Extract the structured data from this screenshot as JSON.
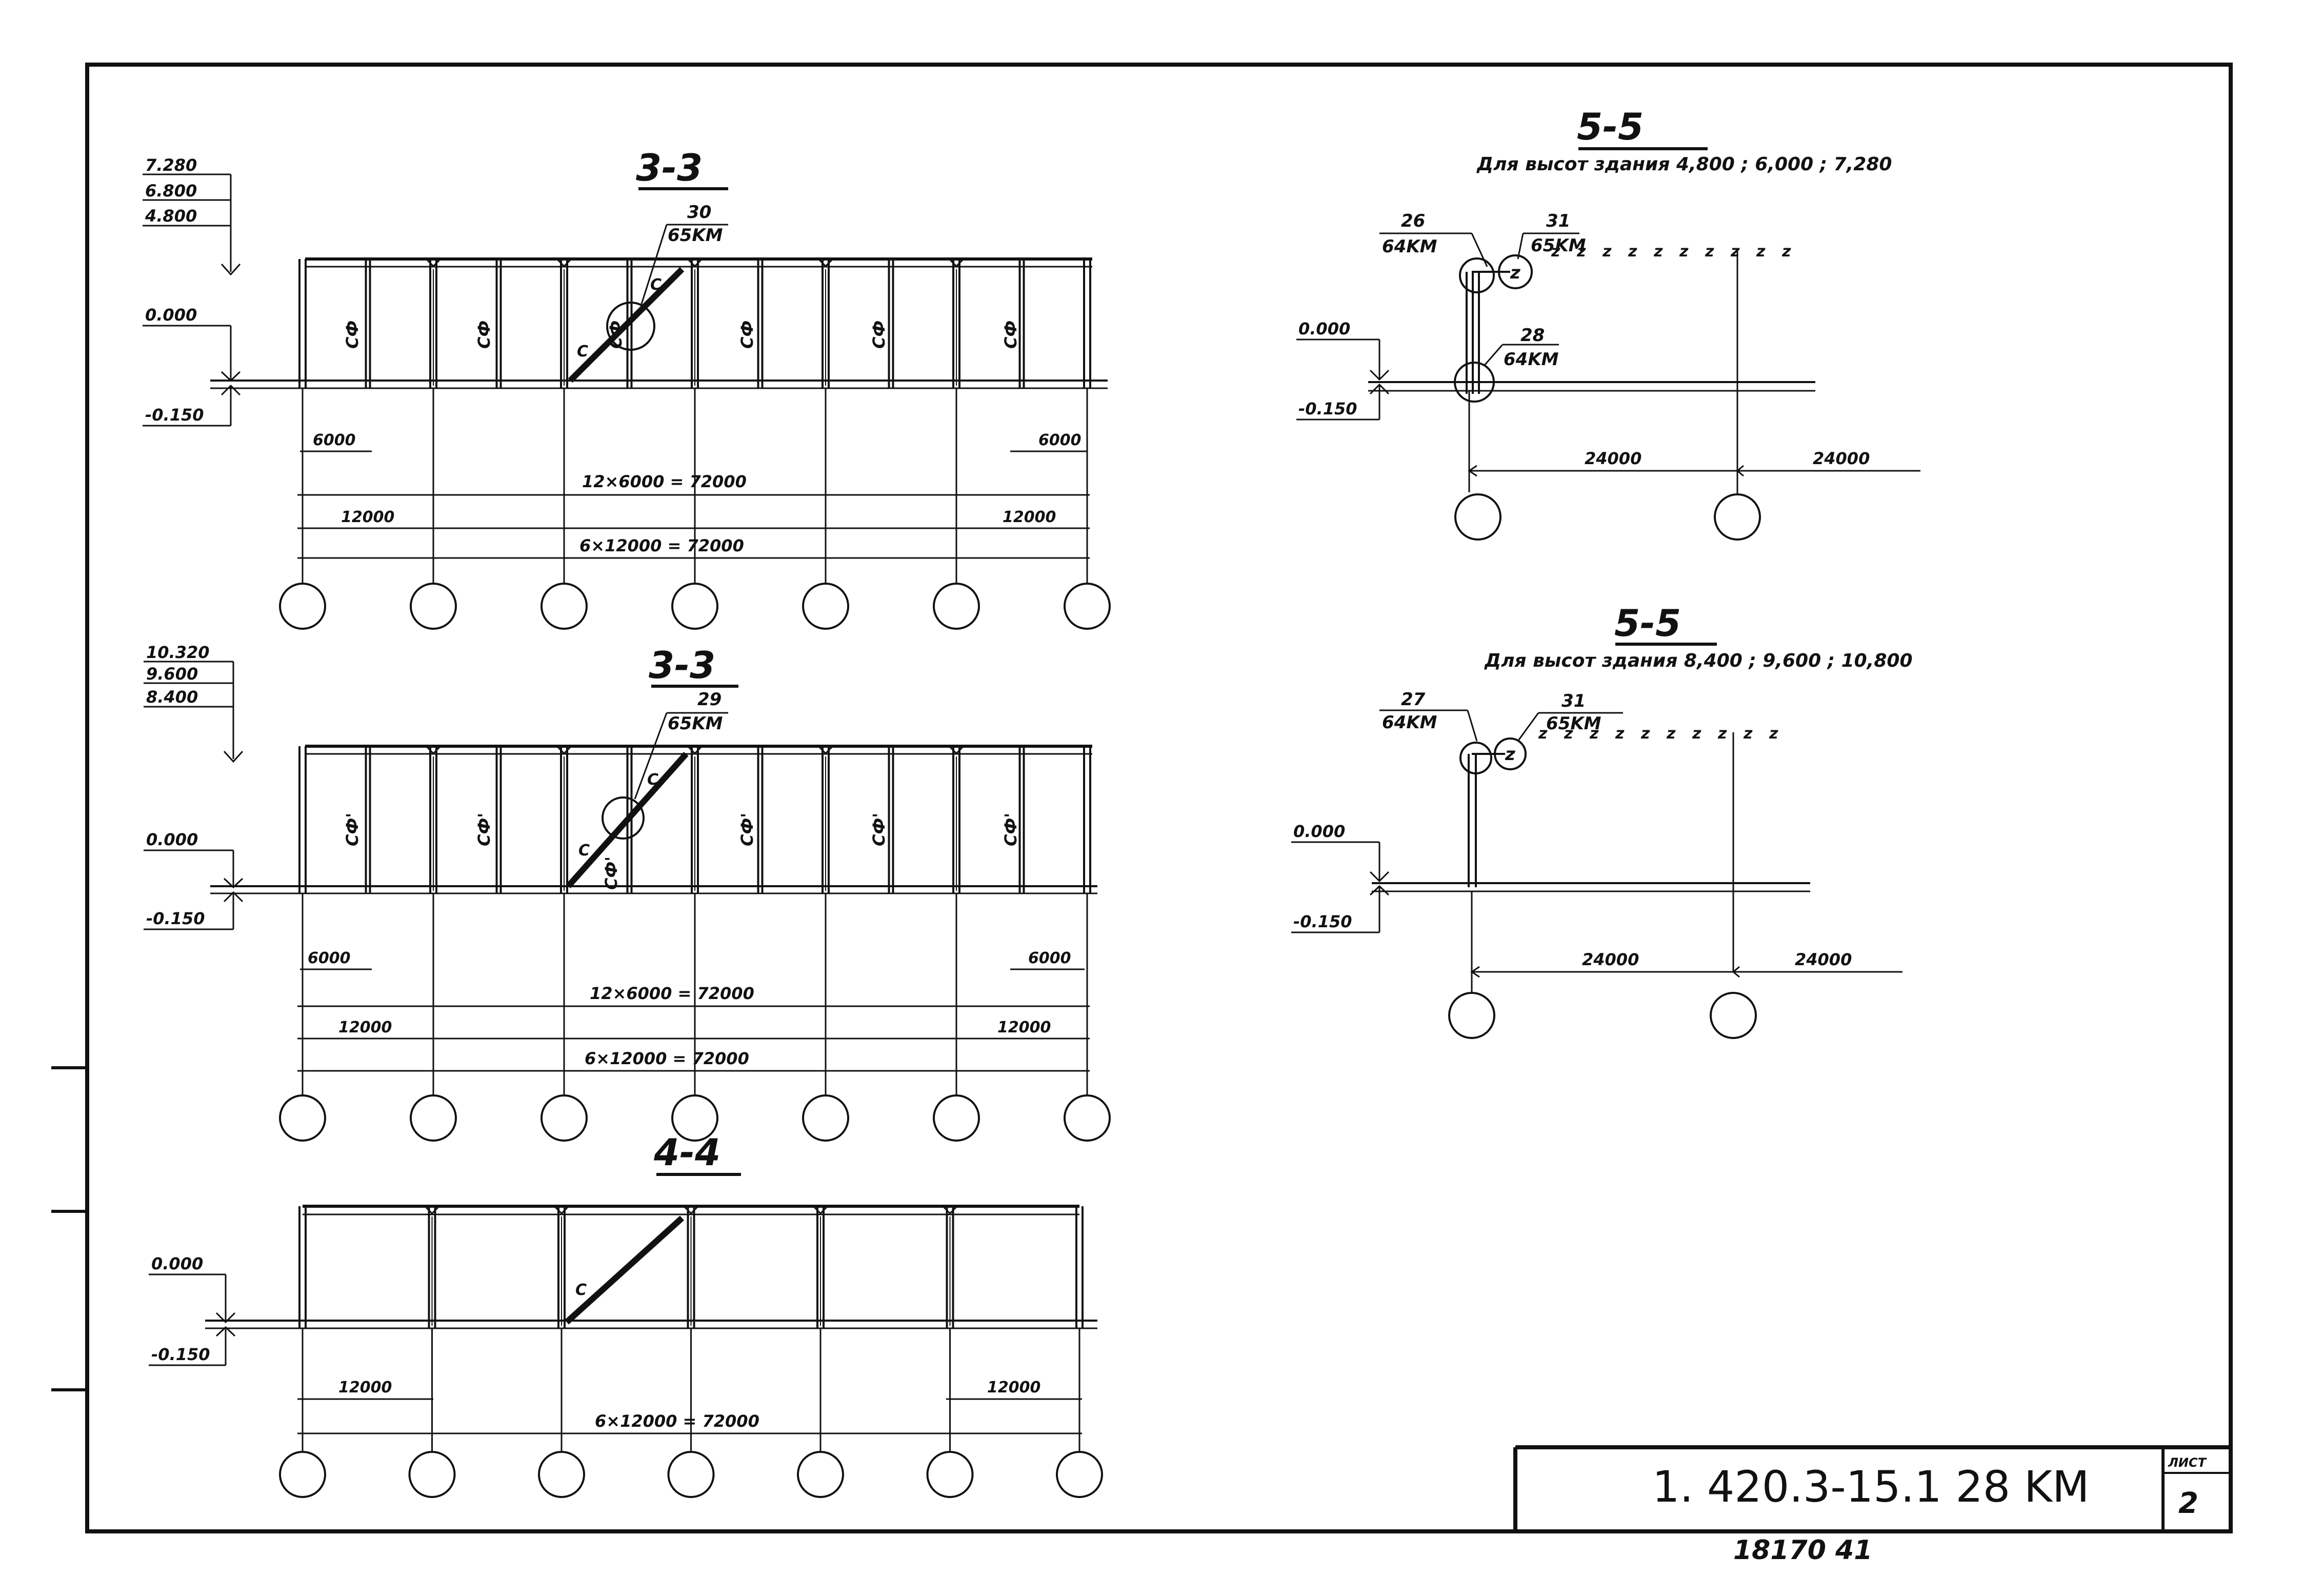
{
  "sheet": {
    "code": "1. 420.3-15.1  28 KM",
    "sheet_label": "ЛИСТ",
    "sheet_number": "2",
    "archive_number": "18170  41"
  },
  "top_33": {
    "title": "3-3",
    "levels": [
      "7.280",
      "6.800",
      "4.800"
    ],
    "zero_mark": "0.000",
    "minus_mark": "-0.150",
    "callout_num": "30",
    "callout_sheet": "65KM",
    "panel_label": "СФ",
    "brace_label": "С",
    "dim_6000_left": "6000",
    "dim_6000_right": "6000",
    "dim_12x6000": "12×6000 = 72000",
    "dim_12000_left": "12000",
    "dim_12000_right": "12000",
    "dim_6x12000": "6×12000 = 72000"
  },
  "mid_33": {
    "title": "3-3",
    "levels": [
      "10.320",
      "9.600",
      "8.400"
    ],
    "zero_mark": "0.000",
    "minus_mark": "-0.150",
    "callout_num": "29",
    "callout_sheet": "65KM",
    "panel_label": "СФ'",
    "brace_label": "С",
    "dim_6000_left": "6000",
    "dim_6000_right": "6000",
    "dim_12x6000": "12×6000 = 72000",
    "dim_12000_left": "12000",
    "dim_12000_right": "12000",
    "dim_6x12000": "6×12000 = 72000"
  },
  "bot_44": {
    "title": "4-4",
    "zero_mark": "0.000",
    "minus_mark": "-0.150",
    "brace_label": "С",
    "dim_12000_left": "12000",
    "dim_12000_right": "12000",
    "dim_6x12000": "6×12000 = 72000"
  },
  "sec_55_a": {
    "title": "5-5",
    "subtitle": "Для высот здания  4,800 ; 6,000 ; 7,280",
    "callout1_num": "26",
    "callout1_sheet": "64KM",
    "callout2_num": "31",
    "callout2_sheet": "65KM",
    "callout3_num": "28",
    "callout3_sheet": "64KM",
    "zero_mark": "0.000",
    "minus_mark": "-0.150",
    "span1": "24000",
    "span2": "24000"
  },
  "sec_55_b": {
    "title": "5-5",
    "subtitle": "Для высот здания  8,400 ; 9,600 ; 10,800",
    "callout1_num": "27",
    "callout1_sheet": "64KM",
    "callout2_num": "31",
    "callout2_sheet": "65KM",
    "zero_mark": "0.000",
    "minus_mark": "-0.150",
    "span1": "24000",
    "span2": "24000"
  }
}
